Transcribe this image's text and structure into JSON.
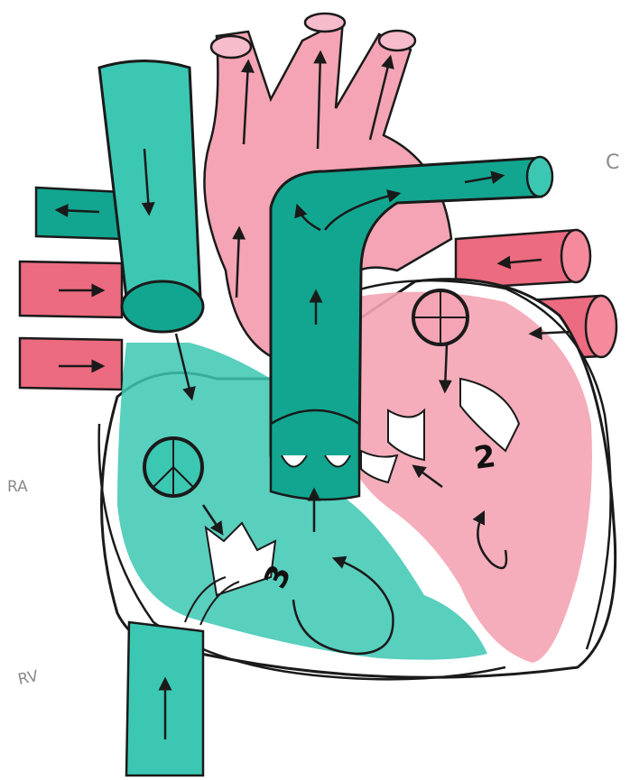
{
  "labels": {
    "ra": "RA",
    "rv": "RV",
    "c": "C",
    "step_2": "2",
    "step_3": "3"
  },
  "colors": {
    "deoxygenated": "#3cc7b3",
    "deoxygenated_dark": "#12a690",
    "oxygenated": "#f4a4b4",
    "oxygenated_vessel": "#ec6b80",
    "outline": "#1a1a1a",
    "pencil": "#8a8a8a"
  }
}
